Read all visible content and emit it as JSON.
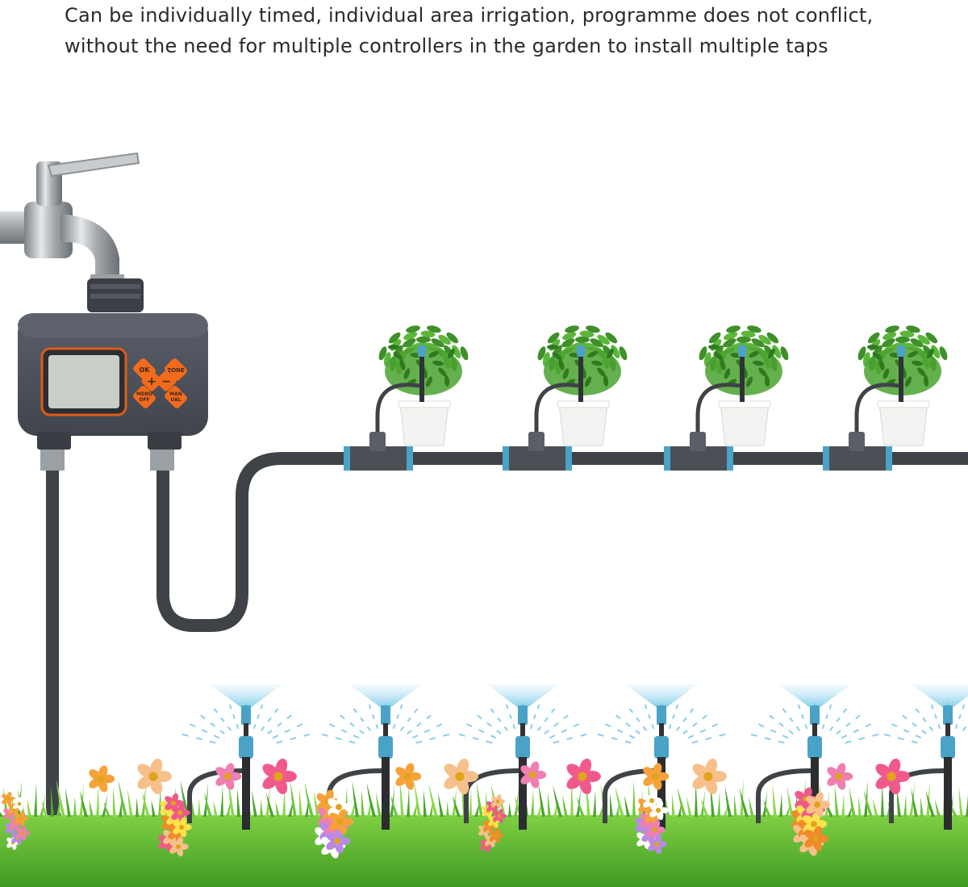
{
  "caption": {
    "line1": "Can be individually timed, individual area irrigation, programme does not conflict,",
    "line2": "without the need for multiple controllers in the garden to install multiple taps"
  },
  "controller": {
    "buttons": {
      "ok": "OK",
      "zone": "ZONE",
      "plus": "+",
      "minus": "−",
      "menu_top": "MENU",
      "menu_bottom": "OFF",
      "man_top": "MAN",
      "man_bottom": "UAL"
    }
  },
  "colors": {
    "pipe": "#3f4347",
    "controller_body": "#4a4e58",
    "button": "#f26a1b",
    "screen": "#c9cfc8",
    "connector": "#4aa3c6",
    "grass": "#5dbb2e"
  },
  "icons": {
    "tap": "faucet-icon",
    "plant": "potted-plant-icon",
    "sprinkler": "sprinkler-icon"
  }
}
